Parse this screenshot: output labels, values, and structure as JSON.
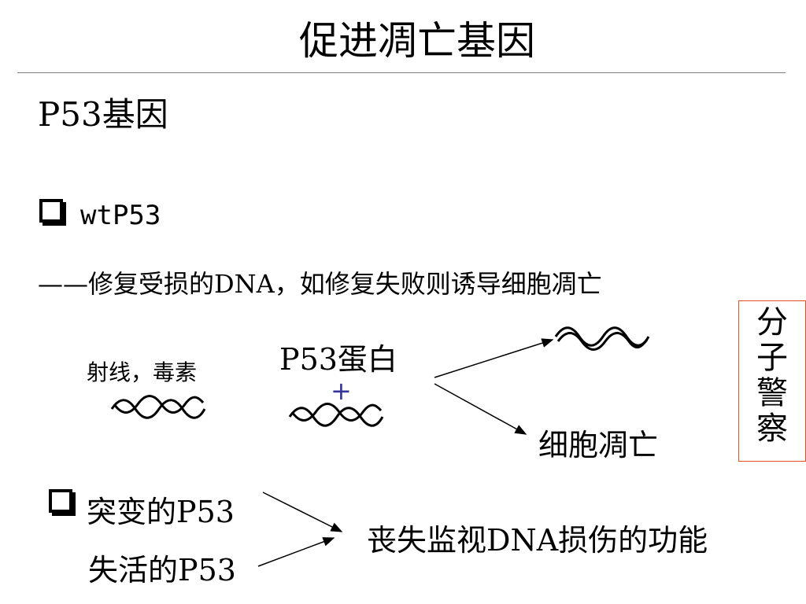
{
  "slide": {
    "title": "促进凋亡基因",
    "subtitle": "P53基因",
    "bullet1": "wtP53",
    "description": "——修复受损的DNA，如修复失败则诱导细胞凋亡",
    "radiation": "射线，毒素",
    "p53_protein": "P53蛋白",
    "plus": "+",
    "apoptosis": "细胞凋亡",
    "molecular_police": "分子警察",
    "bullet2": "突变的P53",
    "bullet3": "失活的P53",
    "loss_function": "丧失监视DNA损伤的功能"
  }
}
